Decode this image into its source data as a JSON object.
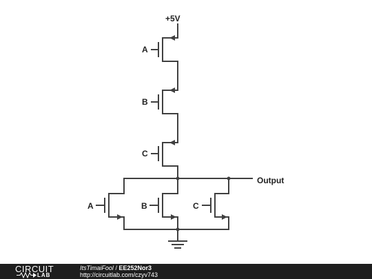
{
  "circuit": {
    "supply_label": "+5V",
    "output_label": "Output",
    "pmos_inputs": [
      "A",
      "B",
      "C"
    ],
    "nmos_inputs": [
      "A",
      "B",
      "C"
    ]
  },
  "footer": {
    "logo_top": "CIRCUIT",
    "logo_bottom": "LAB",
    "author": "ItsTimaiFool",
    "separator": " / ",
    "title": "EE252Nor3",
    "url": "http://circuitlab.com/czyv743"
  },
  "colors": {
    "wire": "#404040",
    "text": "#222222",
    "footer_bg": "#1e1e1e",
    "footer_text": "#ffffff"
  }
}
